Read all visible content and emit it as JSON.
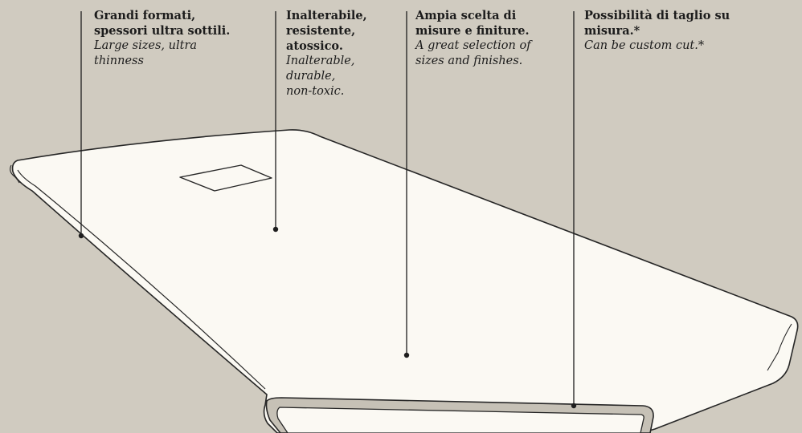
{
  "colors": {
    "background": "#d0cbc0",
    "slab": "#fbf9f3",
    "outline": "#262626",
    "drain": "#c6c1b6"
  },
  "callouts": [
    {
      "title_lines": [
        "Grandi formati,",
        "spessori ultra sottili."
      ],
      "subtitle_lines": [
        "Large sizes, ultra",
        "thinness"
      ]
    },
    {
      "title_lines": [
        "Inalterabile,",
        "resistente,",
        "atossico."
      ],
      "subtitle_lines": [
        "Inalterable,",
        "durable,",
        "non-toxic."
      ]
    },
    {
      "title_lines": [
        "Ampia scelta di",
        "misure e finiture."
      ],
      "subtitle_lines": [
        "A great selection of",
        "sizes and finishes."
      ]
    },
    {
      "title_lines": [
        "Possibilità di taglio su",
        "misura.*"
      ],
      "subtitle_lines": [
        "Can be custom cut.*"
      ]
    }
  ]
}
